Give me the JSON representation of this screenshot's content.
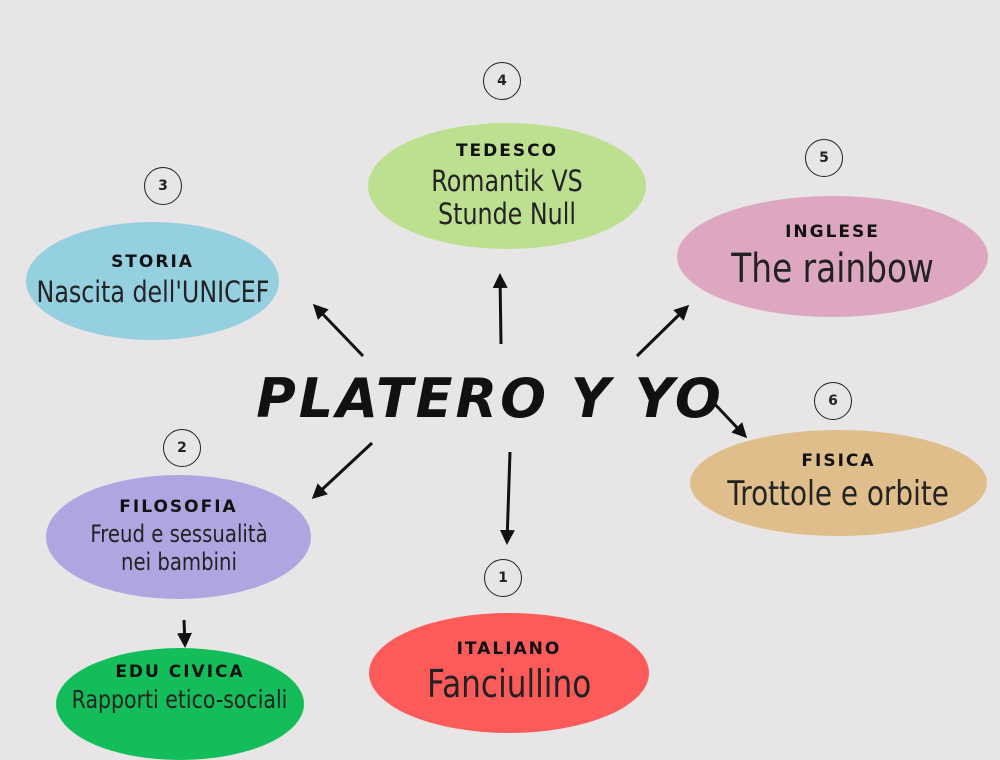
{
  "title": "PLATERO Y YO",
  "nodes": [
    {
      "number": "1",
      "subject": "ITALIANO",
      "topic": "Fanciullino",
      "color": "#fd5a5a"
    },
    {
      "number": "2",
      "subject": "FILOSOFIA",
      "topic": "Freud e sessualità nei bambini",
      "color": "#aea6e1"
    },
    {
      "number": "3",
      "subject": "STORIA",
      "topic": "Nascita dell'UNICEF",
      "color": "#95d0e1"
    },
    {
      "number": "4",
      "subject": "TEDESCO",
      "topic": "Romantik VS Stunde Null",
      "color": "#bde090"
    },
    {
      "number": "5",
      "subject": "INGLESE",
      "topic": "The rainbow",
      "color": "#dea7c1"
    },
    {
      "number": "6",
      "subject": "FISICA",
      "topic": "Trottole e orbite",
      "color": "#dfbe8b"
    },
    {
      "subject": "EDU CIVICA",
      "topic": "Rapporti etico-sociali",
      "color": "#12bd5a"
    }
  ]
}
